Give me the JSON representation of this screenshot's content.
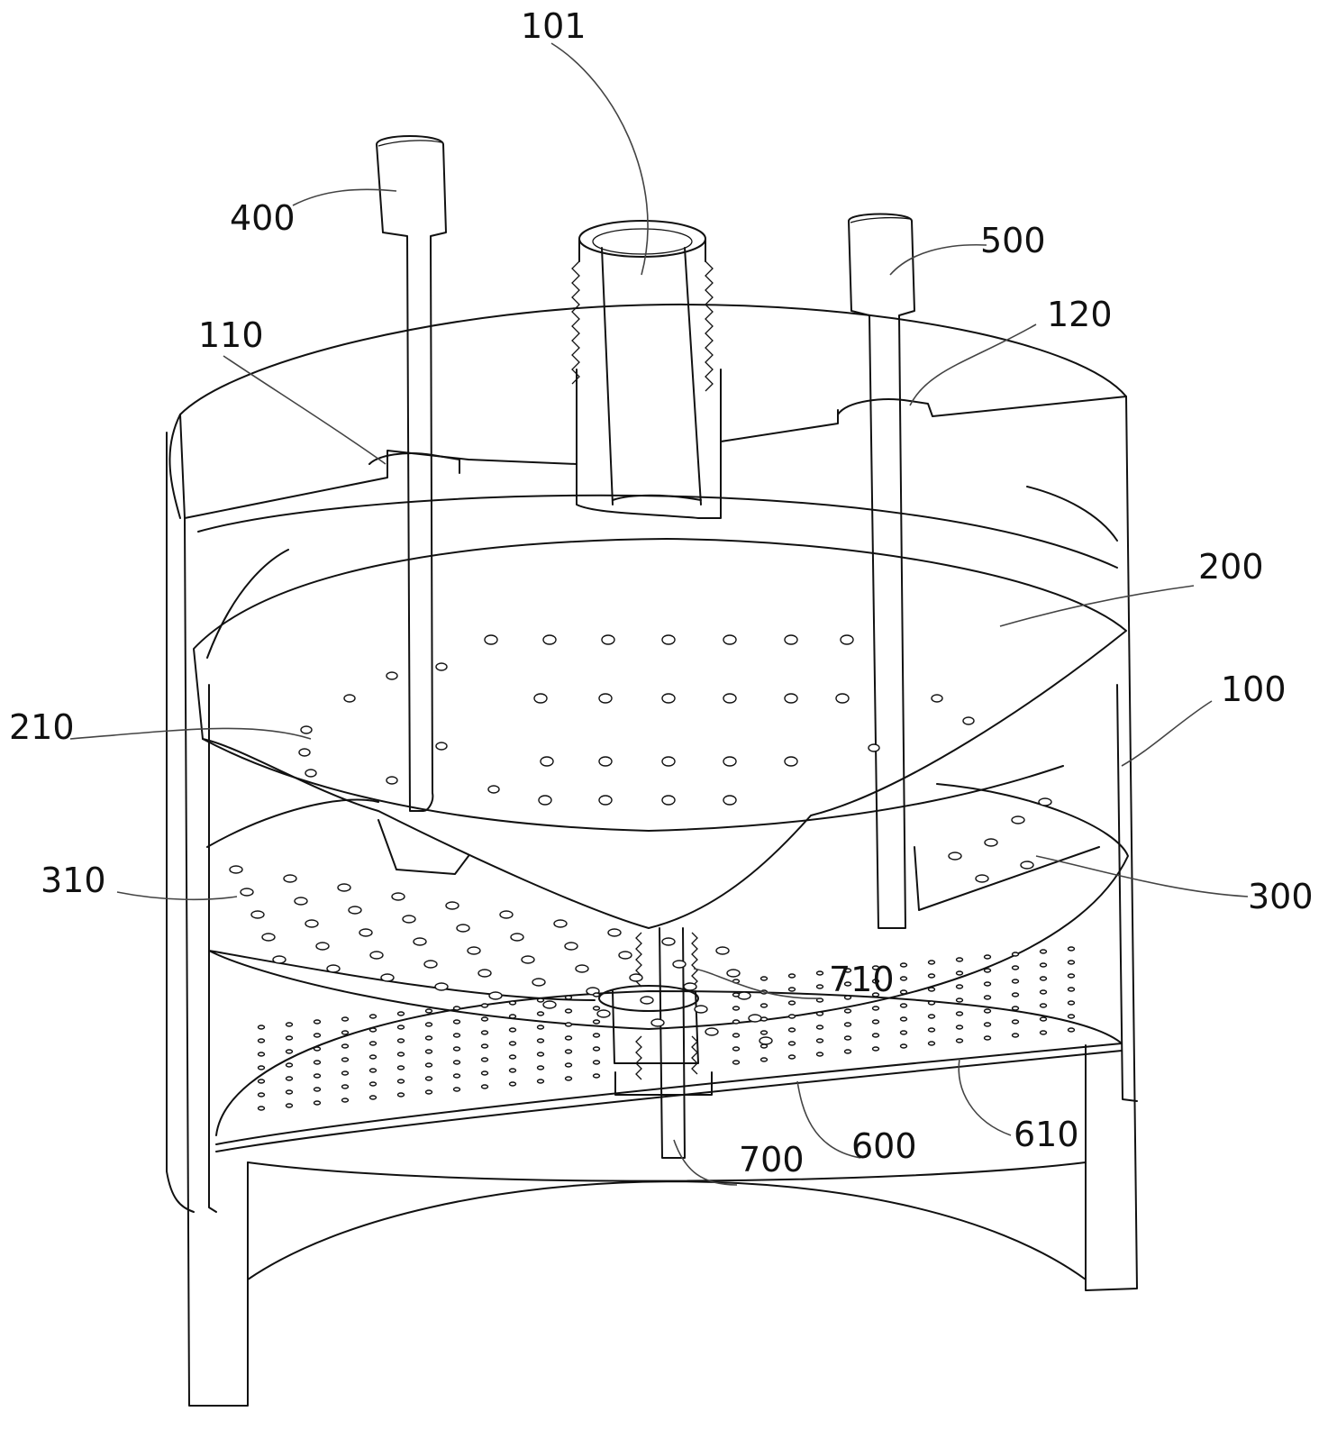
{
  "figure": {
    "type": "patent-mechanical-drawing",
    "description": "Cutaway perspective view of a cylindrical filter housing with conical perforated plates, push rods and central threaded outlet",
    "line_color": "#111111",
    "background": "#ffffff"
  },
  "labels": [
    {
      "id": "101",
      "text": "101",
      "part": "threaded outlet"
    },
    {
      "id": "400",
      "text": "400",
      "part": "left push rod"
    },
    {
      "id": "500",
      "text": "500",
      "part": "right push rod"
    },
    {
      "id": "110",
      "text": "110",
      "part": "left rod seat"
    },
    {
      "id": "120",
      "text": "120",
      "part": "right rod seat"
    },
    {
      "id": "200",
      "text": "200",
      "part": "upper conical plate"
    },
    {
      "id": "100",
      "text": "100",
      "part": "housing"
    },
    {
      "id": "210",
      "text": "210",
      "part": "upper plate holes"
    },
    {
      "id": "310",
      "text": "310",
      "part": "middle plate holes"
    },
    {
      "id": "300",
      "text": "300",
      "part": "middle plate"
    },
    {
      "id": "710",
      "text": "710",
      "part": "spring"
    },
    {
      "id": "700",
      "text": "700",
      "part": "central shaft"
    },
    {
      "id": "600",
      "text": "600",
      "part": "bottom filter plate"
    },
    {
      "id": "610",
      "text": "610",
      "part": "bottom plate holes"
    }
  ]
}
